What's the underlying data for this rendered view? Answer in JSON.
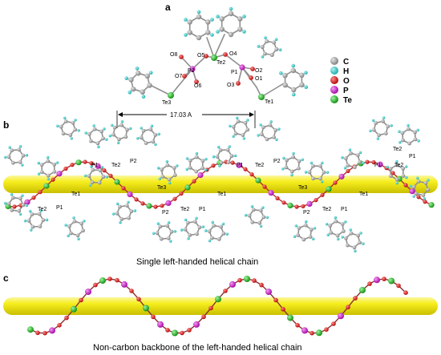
{
  "panels": {
    "a": {
      "letter": "a",
      "atom_labels": [
        "O8",
        "O5",
        "Te2",
        "O4",
        "O2",
        "P2",
        "P1",
        "O7",
        "O1",
        "O6",
        "O3",
        "Te3",
        "Te1"
      ],
      "legend": [
        {
          "label": "C",
          "color": "#9a9a9a"
        },
        {
          "label": "H",
          "color": "#1fc4c4"
        },
        {
          "label": "O",
          "color": "#e01010"
        },
        {
          "label": "P",
          "color": "#d020d0"
        },
        {
          "label": "Te",
          "color": "#22c022"
        }
      ]
    },
    "b": {
      "letter": "b",
      "distance_label": "17.03 A",
      "atom_labels": [
        "P1",
        "Te2",
        "P2",
        "Te1",
        "Te3",
        "P2",
        "Te2",
        "P1",
        "Te2",
        "P1",
        "P1",
        "Te2",
        "P2",
        "Te1",
        "Te3",
        "P2",
        "Te2",
        "P1",
        "P1",
        "Te2",
        "Te1",
        "Te2",
        "P1"
      ],
      "caption": "Single left-handed helical chain"
    },
    "c": {
      "letter": "c",
      "caption": "Non-carbon backbone of the left-handed helical chain"
    }
  },
  "colors": {
    "rod": "#f7f020",
    "carbon": "#9a9a9a",
    "hydrogen": "#1fc4c4",
    "oxygen": "#e01010",
    "phosphorus": "#d020d0",
    "tellurium": "#22c022"
  }
}
